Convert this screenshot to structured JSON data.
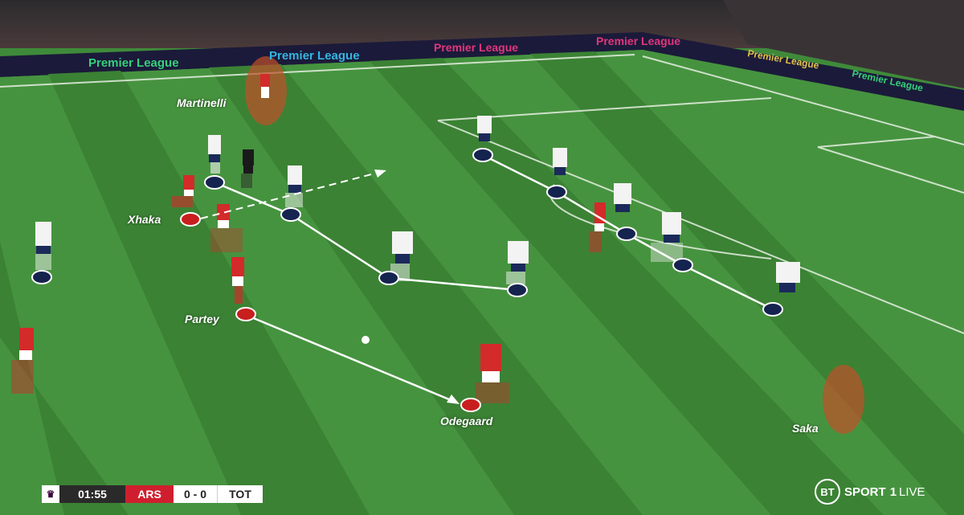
{
  "board_text": {
    "left": "Premier League",
    "center": "Premier League",
    "center2": "Premier League",
    "right": "Premier League",
    "far_right": "Premier League",
    "far_right2": "Premier League"
  },
  "labels": {
    "martinelli": "Martinelli",
    "xhaka": "Xhaka",
    "partey": "Partey",
    "odegaard": "Odegaard",
    "saka": "Saka"
  },
  "scorebug": {
    "clock": "01:55",
    "home": "ARS",
    "score": "0 - 0",
    "away": "TOT"
  },
  "broadcaster": {
    "brand": "BT",
    "name": "SPORT",
    "channel": "1",
    "live": "LIVE"
  },
  "colors": {
    "home_marker": "#c81e1e",
    "away_marker": "#15234f",
    "highlight_zone": "#c0502a",
    "line": "#ffffff"
  }
}
